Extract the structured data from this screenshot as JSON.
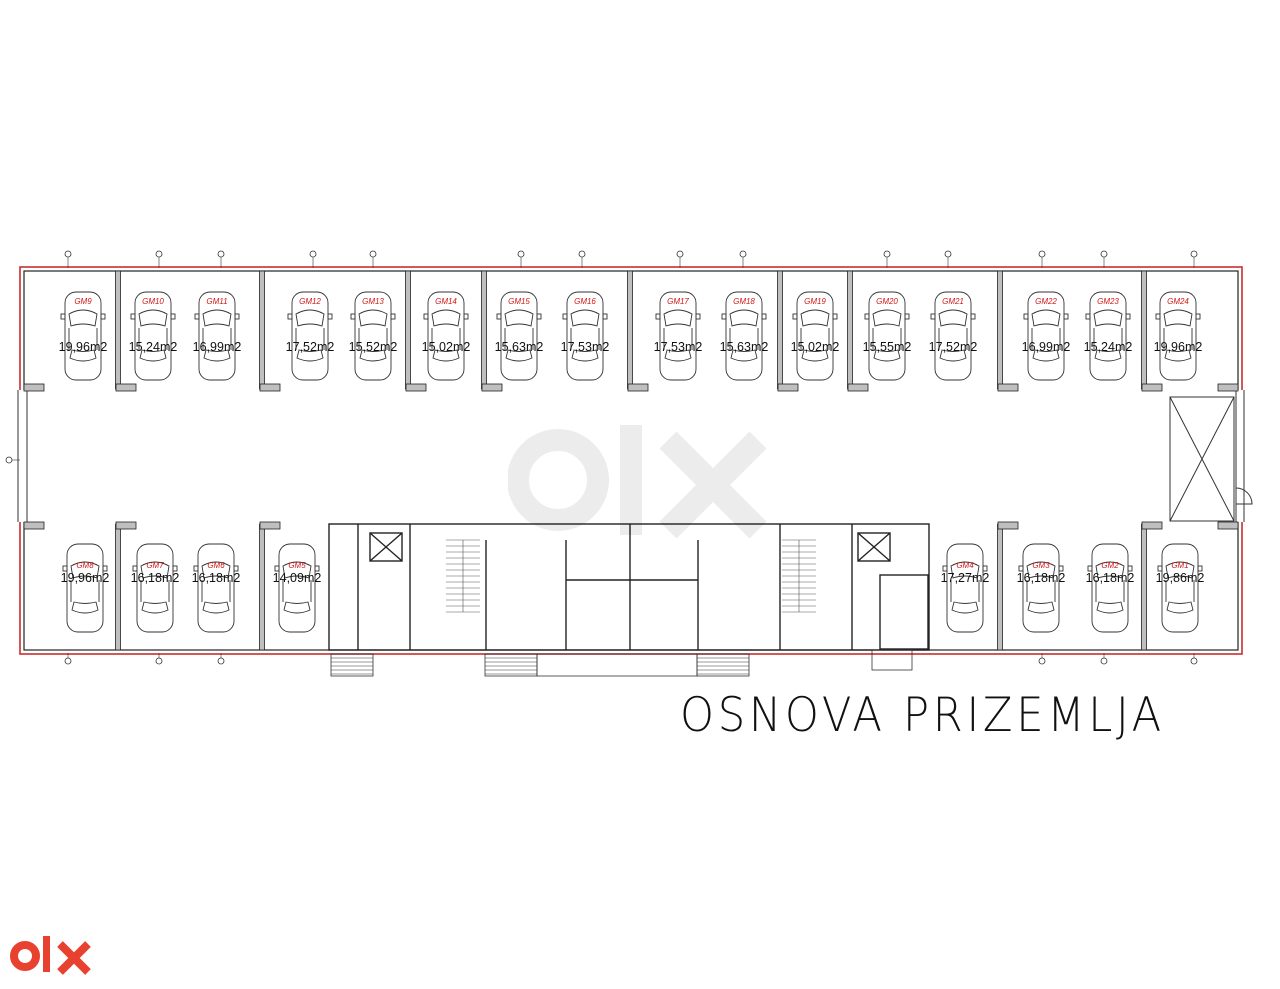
{
  "title": "OSNOVA PRIZEMLJA",
  "logo_text": "olx",
  "colors": {
    "wall": "#222222",
    "outer_red": "#c83030",
    "wall_fill": "#bfbfbf",
    "label_red": "#d01818",
    "logo_bg": "#e8412f"
  },
  "garages_top": [
    {
      "id": "GM9",
      "area": "19,96m2"
    },
    {
      "id": "GM10",
      "area": "15,24m2"
    },
    {
      "id": "GM11",
      "area": "16,99m2"
    },
    {
      "id": "GM12",
      "area": "17,52m2"
    },
    {
      "id": "GM13",
      "area": "15,52m2"
    },
    {
      "id": "GM14",
      "area": "15,02m2"
    },
    {
      "id": "GM15",
      "area": "15,63m2"
    },
    {
      "id": "GM16",
      "area": "17,53m2"
    },
    {
      "id": "GM17",
      "area": "17,53m2"
    },
    {
      "id": "GM18",
      "area": "15,63m2"
    },
    {
      "id": "GM19",
      "area": "15,02m2"
    },
    {
      "id": "GM20",
      "area": "15,55m2"
    },
    {
      "id": "GM21",
      "area": "17,52m2"
    },
    {
      "id": "GM22",
      "area": "16,99m2"
    },
    {
      "id": "GM23",
      "area": "15,24m2"
    },
    {
      "id": "GM24",
      "area": "19,96m2"
    }
  ],
  "garages_bottom": [
    {
      "id": "GM8",
      "area": "19,96m2"
    },
    {
      "id": "GM7",
      "area": "16,18m2"
    },
    {
      "id": "GM6",
      "area": "16,18m2"
    },
    {
      "id": "GM5",
      "area": "14,09m2"
    },
    {
      "id": "GM4",
      "area": "17,27m2"
    },
    {
      "id": "GM3",
      "area": "16,18m2"
    },
    {
      "id": "GM2",
      "area": "16,18m2"
    },
    {
      "id": "GM1",
      "area": "19,86m2"
    }
  ]
}
